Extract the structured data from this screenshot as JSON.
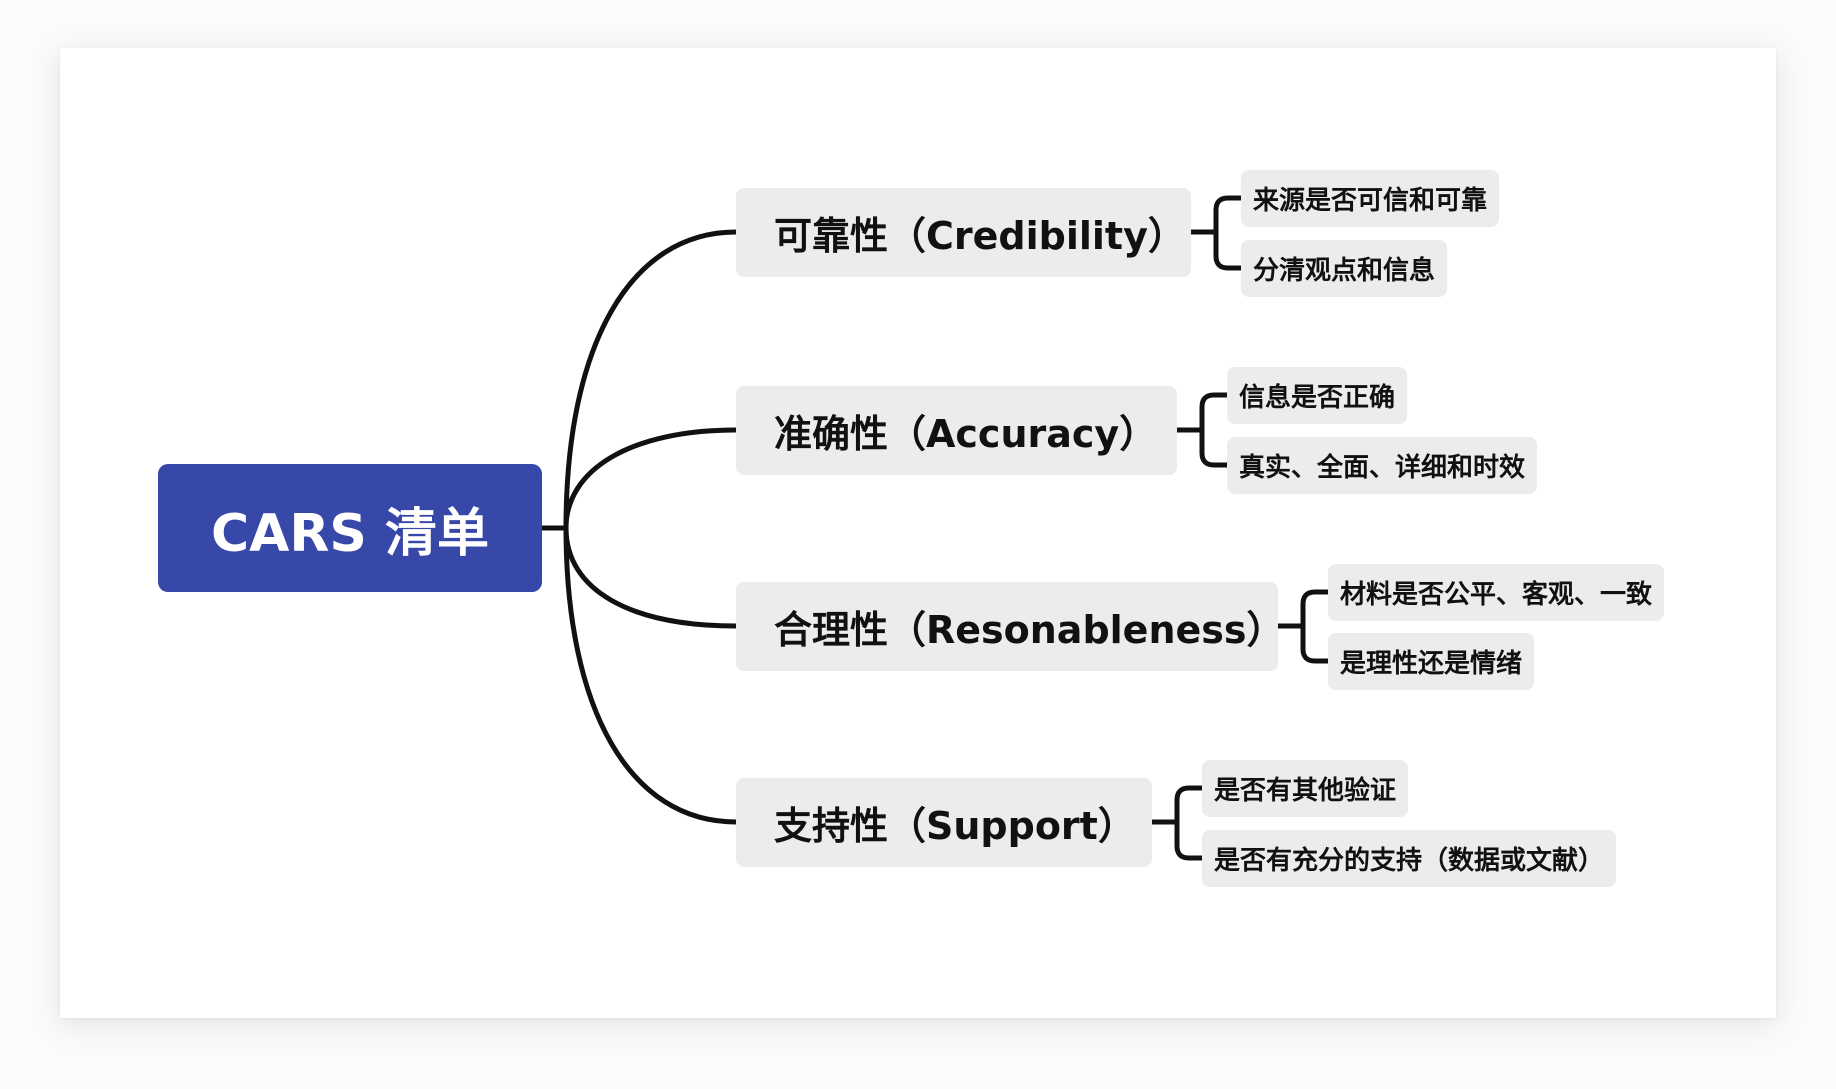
{
  "root": {
    "label": "CARS 清单",
    "color": "#3848a8"
  },
  "branches": [
    {
      "label": "可靠性（Credibility）",
      "items": [
        "来源是否可信和可靠",
        "分清观点和信息"
      ]
    },
    {
      "label": "准确性（Accuracy）",
      "items": [
        "信息是否正确",
        "真实、全面、详细和时效"
      ]
    },
    {
      "label": "合理性（Resonableness）",
      "items": [
        "材料是否公平、客观、一致",
        "是理性还是情绪"
      ]
    },
    {
      "label": "支持性（Support）",
      "items": [
        "是否有其他验证",
        "是否有充分的支持（数据或文献）"
      ]
    }
  ]
}
